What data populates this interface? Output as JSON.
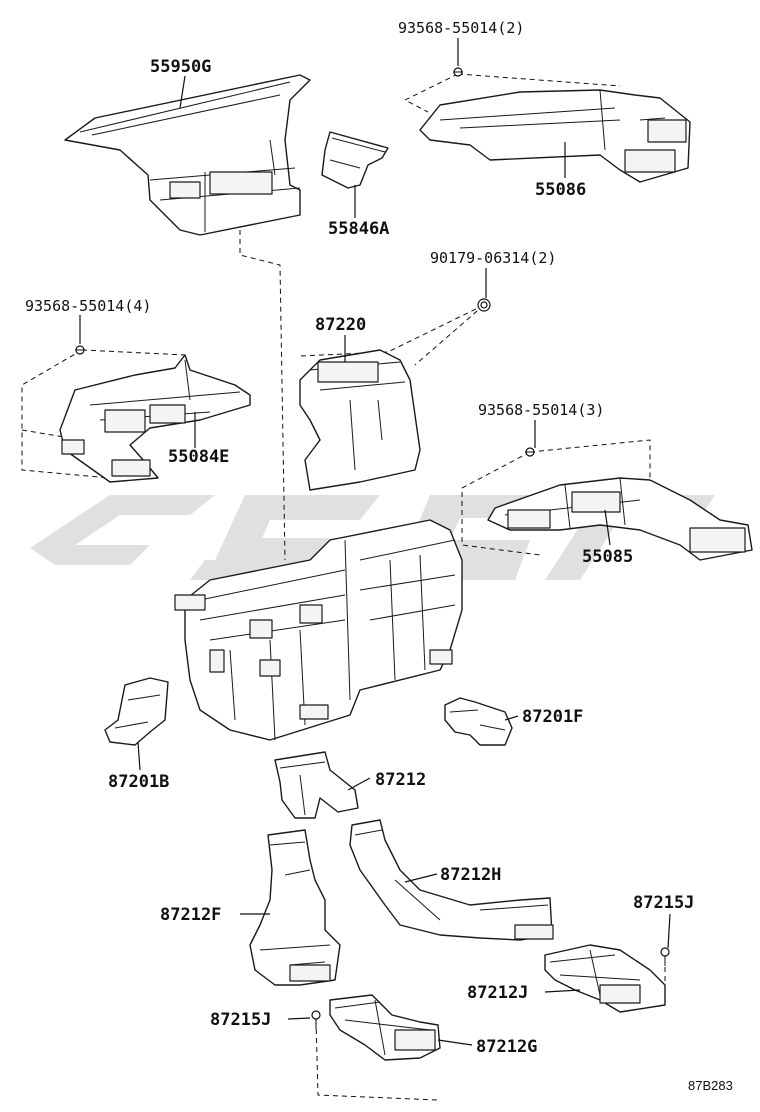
{
  "diagram": {
    "parts": [
      {
        "id": "p-55950G",
        "label": "55950G"
      },
      {
        "id": "p-93568-2",
        "label": "93568-55014(2)"
      },
      {
        "id": "p-55086",
        "label": "55086"
      },
      {
        "id": "p-55846A",
        "label": "55846A"
      },
      {
        "id": "p-90179",
        "label": "90179-06314(2)"
      },
      {
        "id": "p-93568-4",
        "label": "93568-55014(4)"
      },
      {
        "id": "p-87220",
        "label": "87220"
      },
      {
        "id": "p-55084E",
        "label": "55084E"
      },
      {
        "id": "p-93568-3",
        "label": "93568-55014(3)"
      },
      {
        "id": "p-55085",
        "label": "55085"
      },
      {
        "id": "p-87201F",
        "label": "87201F"
      },
      {
        "id": "p-87201B",
        "label": "87201B"
      },
      {
        "id": "p-87212",
        "label": "87212"
      },
      {
        "id": "p-87212H",
        "label": "87212H"
      },
      {
        "id": "p-87215J-r",
        "label": "87215J"
      },
      {
        "id": "p-87212F",
        "label": "87212F"
      },
      {
        "id": "p-87212J",
        "label": "87212J"
      },
      {
        "id": "p-87215J-l",
        "label": "87215J"
      },
      {
        "id": "p-87212G",
        "label": "87212G"
      }
    ],
    "drawing_code": "87B283"
  }
}
